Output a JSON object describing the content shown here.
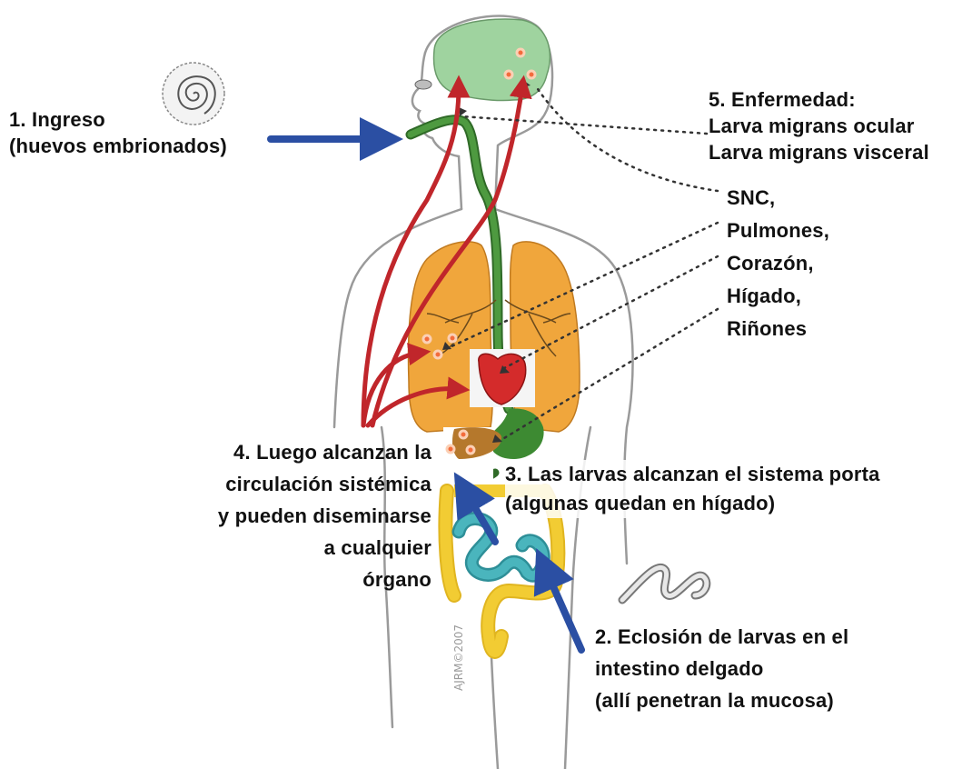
{
  "labels": {
    "ingreso": [
      "1. Ingreso",
      "(huevos embrionados)"
    ],
    "eclosion": [
      "2. Eclosión de larvas en el",
      "intestino delgado",
      "(allí penetran la mucosa)"
    ],
    "porta": [
      "3. Las larvas alcanzan el sistema porta",
      "(algunas quedan en hígado)"
    ],
    "circulacion": [
      "4. Luego alcanzan la",
      "circulación sistémica",
      "y pueden diseminarse",
      "a cualquier",
      "órgano"
    ],
    "enfermedad": [
      "5. Enfermedad:",
      "Larva migrans ocular",
      "Larva migrans visceral"
    ],
    "organos": [
      "SNC,",
      "Pulmones,",
      "Corazón,",
      "Hígado,",
      "Riñones"
    ]
  },
  "watermark": "AJRM©2007",
  "colors": {
    "blue_arrow": "#2b4fa3",
    "red_arrow": "#c0262b",
    "brain": "#9fd39f",
    "digestive_tract": "#3d8a32",
    "lungs": "#f0a63c",
    "heart": "#d42b2b",
    "liver": "#b5782c",
    "small_intestine": "#4ab5bd",
    "large_intestine": "#f2cc33",
    "body_outline": "#9a9a9a"
  },
  "icons": [
    "egg-spiral-icon",
    "larva-worm-icon"
  ]
}
